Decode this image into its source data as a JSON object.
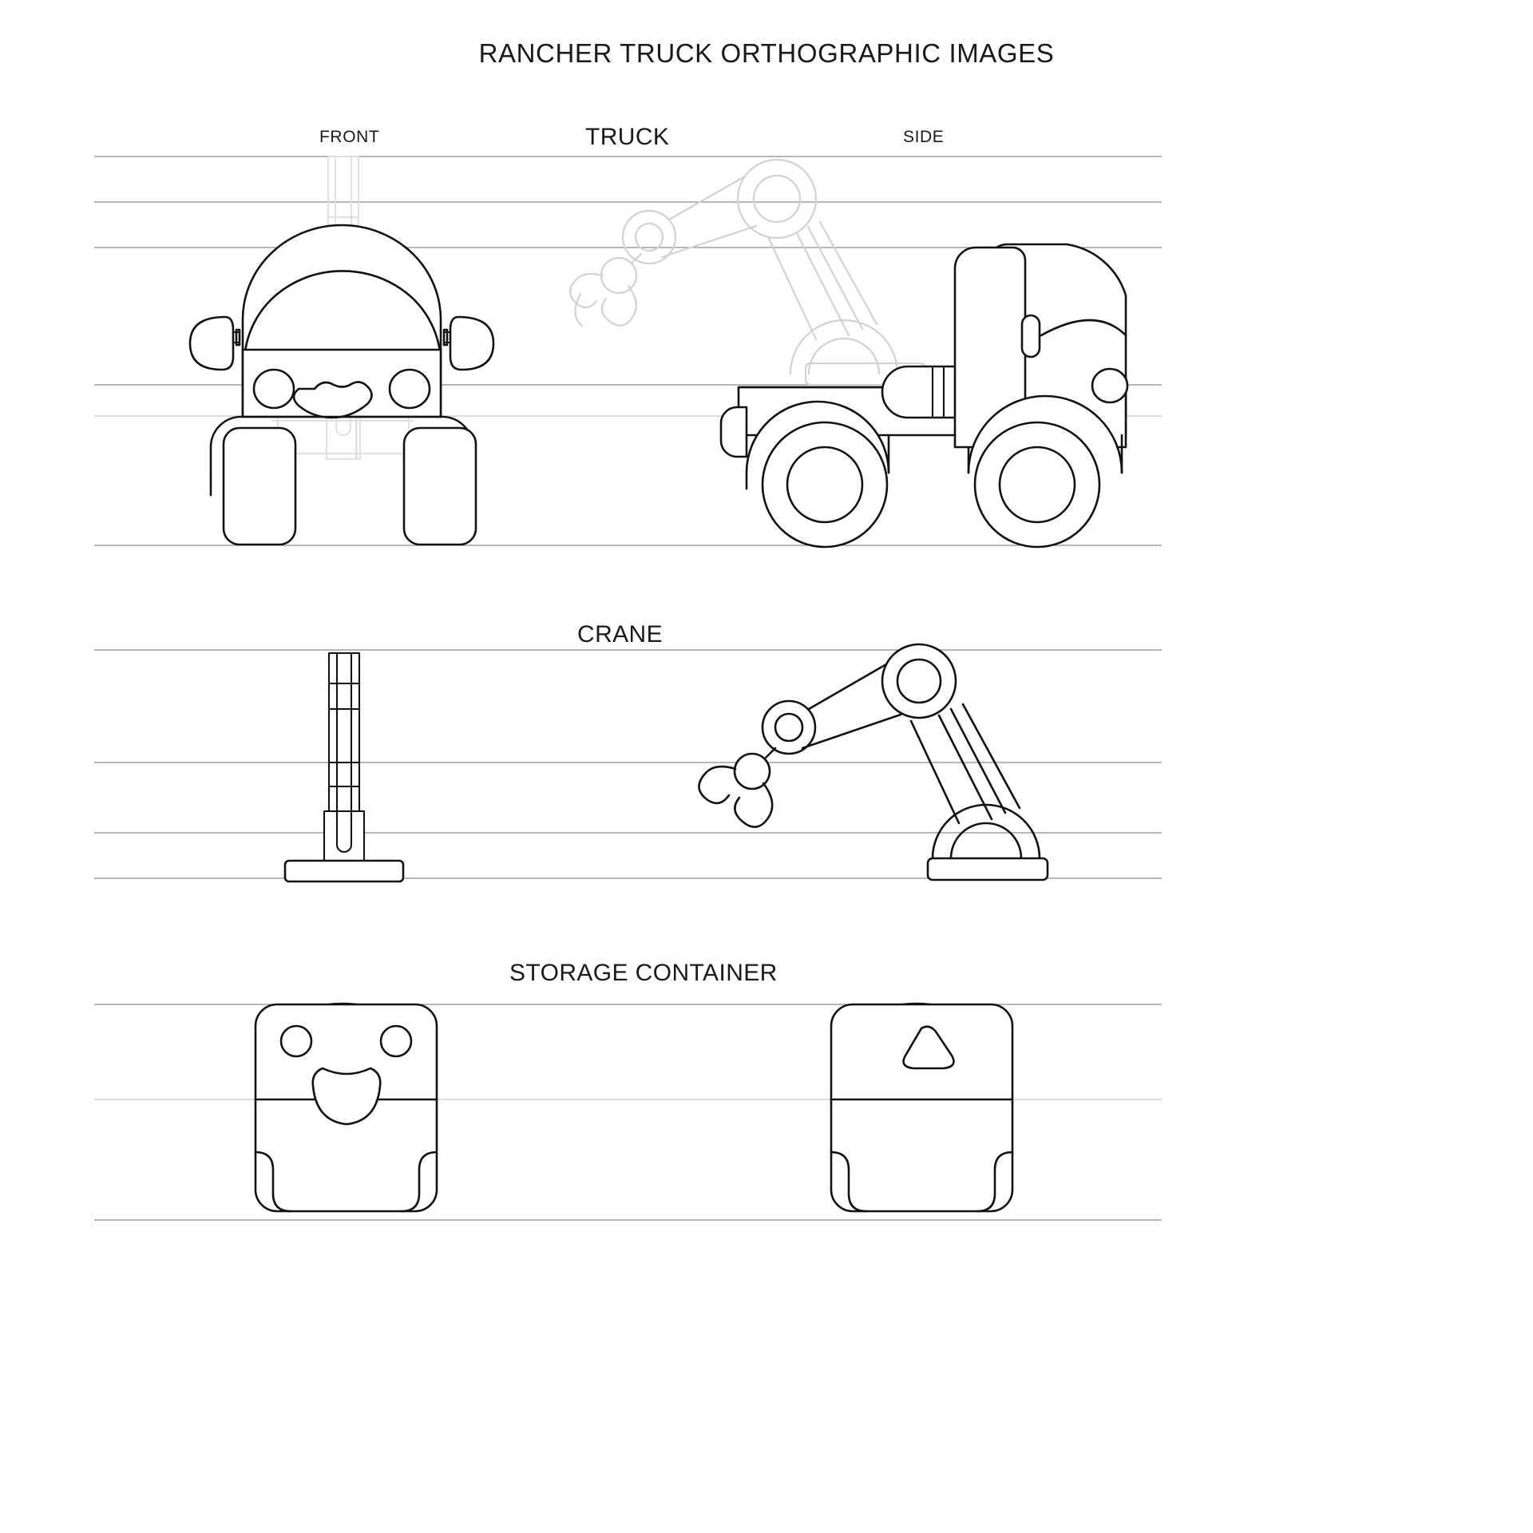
{
  "sheet": {
    "title": "RANCHER TRUCK ORTHOGRAPHIC IMAGES",
    "background_color": "#ffffff",
    "ink_color": "#121212",
    "guide_color": "#6f6f6f",
    "ghost_color": "#d2d2d2"
  },
  "sections": [
    {
      "id": "truck",
      "label": "TRUCK",
      "views": [
        {
          "id": "front",
          "label": "FRONT"
        },
        {
          "id": "side",
          "label": "SIDE"
        }
      ]
    },
    {
      "id": "crane",
      "label": "CRANE",
      "views": []
    },
    {
      "id": "storage-container",
      "label": "STORAGE CONTAINER",
      "views": []
    }
  ],
  "chart_data": {
    "type": "table",
    "title": "RANCHER TRUCK ORTHOGRAPHIC IMAGES",
    "categories": [
      "TRUCK",
      "CRANE",
      "STORAGE CONTAINER"
    ],
    "series": [
      {
        "name": "views",
        "values": [
          "FRONT",
          "SIDE"
        ]
      }
    ]
  }
}
